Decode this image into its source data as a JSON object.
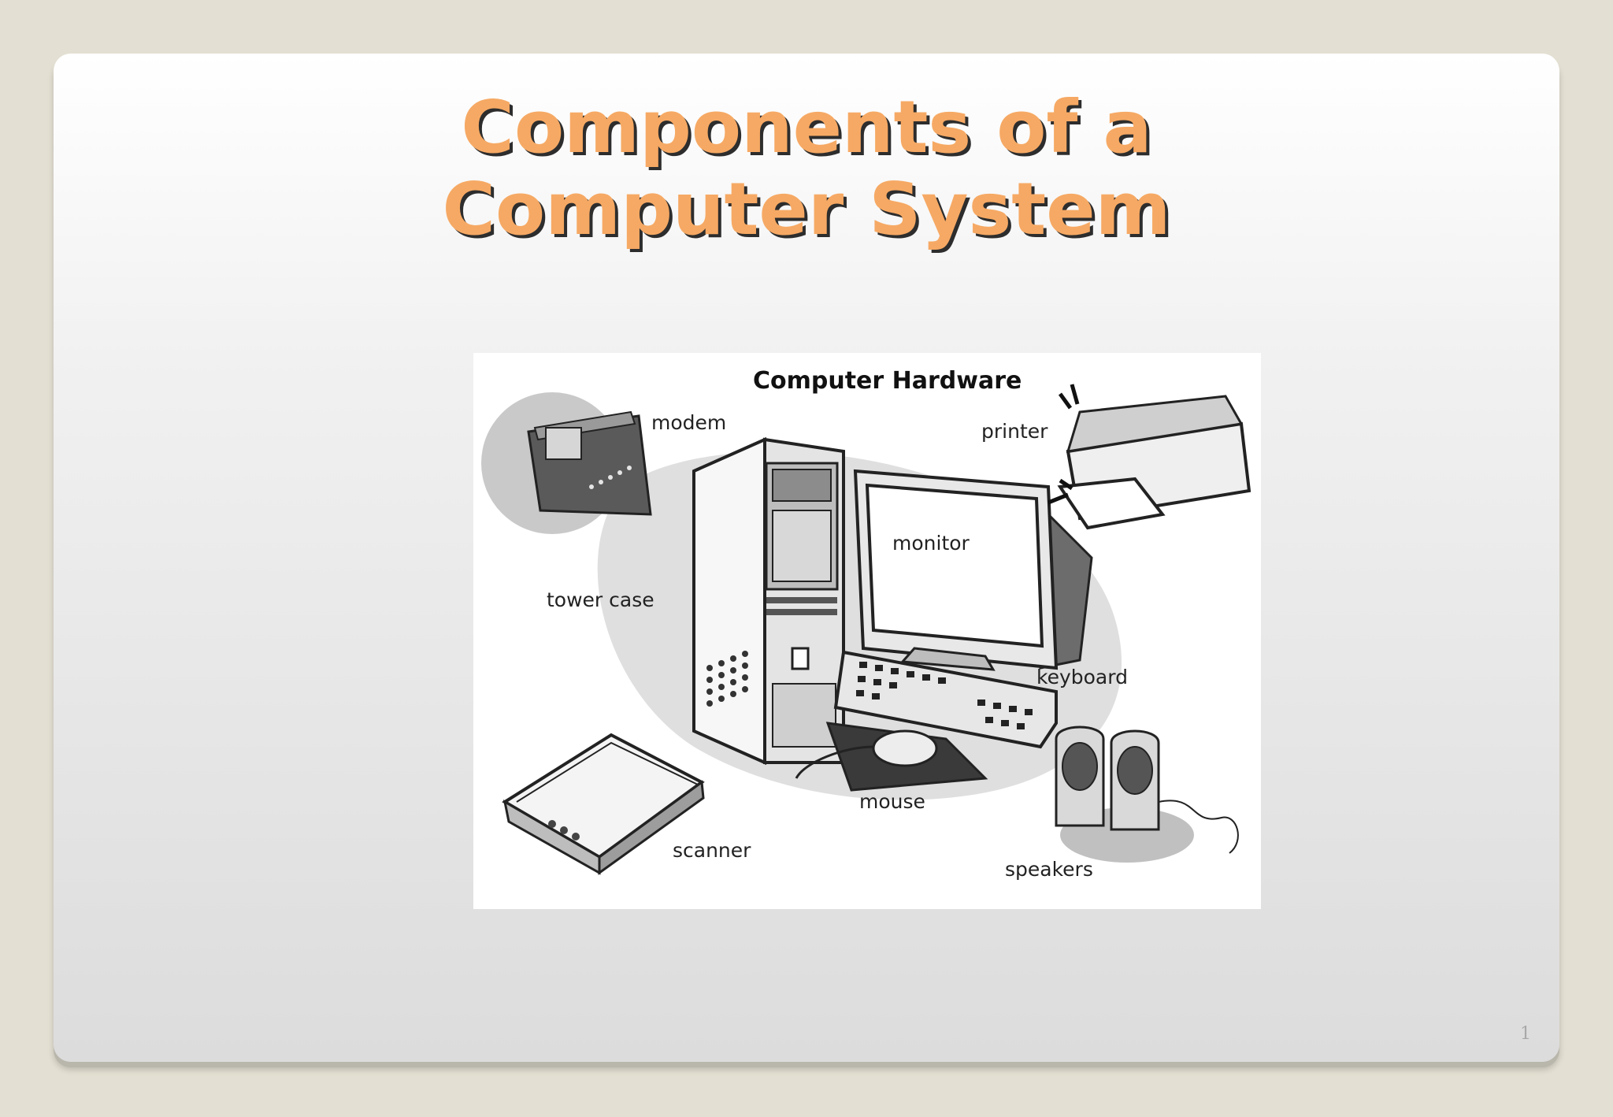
{
  "slide": {
    "title_line1": "Components of a",
    "title_line2": "Computer System",
    "page_number": "1"
  },
  "figure": {
    "heading": "Computer Hardware",
    "labels": {
      "modem": "modem",
      "printer": "printer",
      "monitor": "monitor",
      "tower_case": "tower case",
      "keyboard": "keyboard",
      "mouse": "mouse",
      "scanner": "scanner",
      "speakers": "speakers"
    }
  },
  "colors": {
    "background": "#e3dfd2",
    "title": "#f6a964",
    "title_shadow": "#2d2d2d"
  }
}
